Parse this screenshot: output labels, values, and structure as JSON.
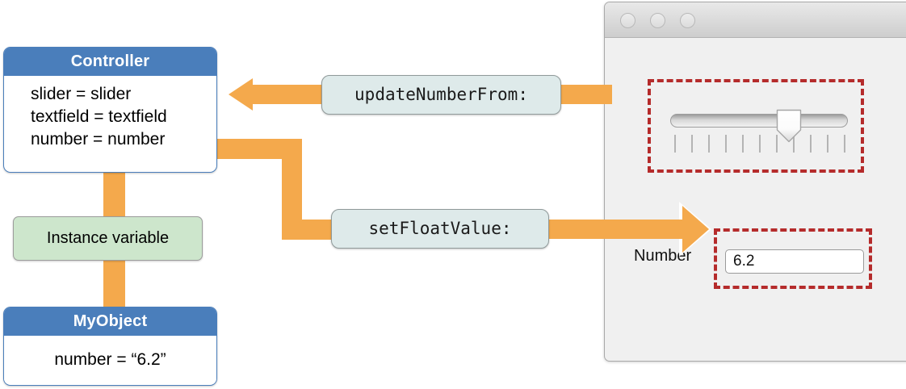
{
  "diagram": {
    "controller": {
      "title": "Controller",
      "lines": [
        "slider = slider",
        "textfield = textfield",
        "number = number"
      ]
    },
    "instance_variable": {
      "label": "Instance variable"
    },
    "myobject": {
      "title": "MyObject",
      "lines": [
        "number = “6.2”"
      ]
    },
    "messages": {
      "update": "updateNumberFrom:",
      "setfloat": "setFloatValue:"
    },
    "colors": {
      "class_header_blue": "#4a7ebb",
      "arrow_orange": "#f4a94c",
      "instance_green": "#cde6cc",
      "message_bubble": "#deeaea",
      "highlight_red": "#b52b2b",
      "window_gray": "#f0f0f0"
    }
  },
  "app_window": {
    "titlebar": {
      "buttons": [
        "close-button",
        "minimize-button",
        "zoom-button"
      ]
    },
    "slider": {
      "value_fraction": 0.62,
      "tick_count": 11
    },
    "number_row": {
      "label": "Number",
      "value": "6.2"
    }
  }
}
